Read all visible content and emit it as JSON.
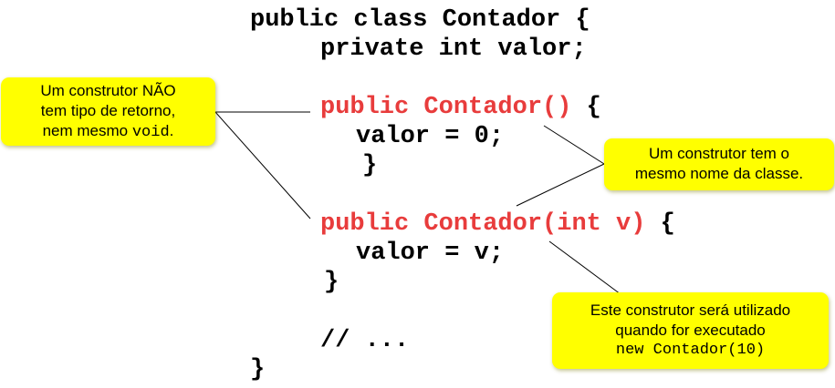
{
  "code": {
    "line1": "public class Contador {",
    "line2": "private int valor;",
    "ctor1_keyword": "public",
    "ctor1_name": "Contador()",
    "ctor1_brace": "{",
    "ctor1_body": "valor = 0;",
    "ctor1_close": "}",
    "ctor2_keyword": "public",
    "ctor2_name": "Contador(int v)",
    "ctor2_brace": "{",
    "ctor2_body": "valor = v;",
    "ctor2_close": "}",
    "comment": "// ...",
    "class_close": "}"
  },
  "callouts": {
    "no_return": {
      "line1": "Um construtor NÃO",
      "line2": "tem tipo de retorno,",
      "line3_prefix": "nem mesmo ",
      "line3_code": "void",
      "line3_suffix": "."
    },
    "same_name": {
      "line1": "Um construtor tem o",
      "line2": "mesmo nome da classe."
    },
    "used_when": {
      "line1": "Este construtor será utilizado",
      "line2": "quando for executado",
      "line3_code": "new Contador(10)"
    }
  },
  "colors": {
    "callout_fill": "#ffff00",
    "highlight_red": "#e83c3c",
    "text": "#000000"
  }
}
